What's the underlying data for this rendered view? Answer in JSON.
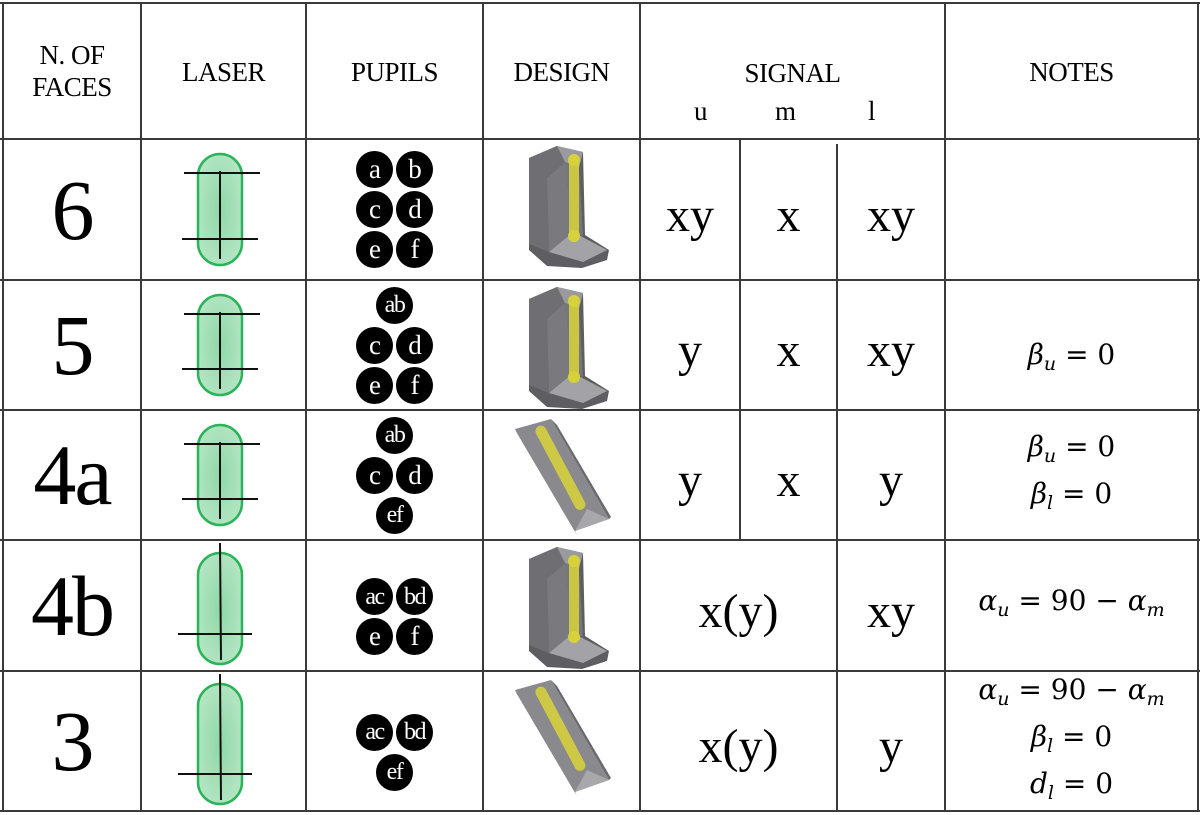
{
  "header": {
    "faces": "N. OF FACES",
    "laser": "LASER",
    "pupils": "PUPILS",
    "design": "DESIGN",
    "signal": "SIGNAL",
    "signal_sub": [
      "u",
      "m",
      "l"
    ],
    "notes": "NOTES"
  },
  "colors": {
    "laser_green": "#2bb35a",
    "laser_fill": "#b6e6c5",
    "design_gray": "#7a7a7e",
    "design_yellow": "#d8d23a",
    "grid_line": "#3a3a3a"
  },
  "rows": [
    {
      "faces": "6",
      "laser": {
        "marks": "upper-and-lower-crosslines"
      },
      "pupils": [
        [
          "a",
          "b"
        ],
        [
          "c",
          "d"
        ],
        [
          "e",
          "f"
        ]
      ],
      "design": "l-bracket-6-faces",
      "signal": {
        "u": "xy",
        "m": "x",
        "l": "xy"
      },
      "notes": []
    },
    {
      "faces": "5",
      "laser": {
        "marks": "upper-and-lower-crosslines"
      },
      "pupils": [
        [
          "ab"
        ],
        [
          "c",
          "d"
        ],
        [
          "e",
          "f"
        ]
      ],
      "design": "l-bracket-5-faces",
      "signal": {
        "u": "y",
        "m": "x",
        "l": "xy"
      },
      "notes": [
        "β_u = 0"
      ]
    },
    {
      "faces": "4a",
      "laser": {
        "marks": "upper-and-lower-crosslines"
      },
      "pupils": [
        [
          "ab"
        ],
        [
          "c",
          "d"
        ],
        [
          "ef"
        ]
      ],
      "design": "tilted-plate-4-faces",
      "signal": {
        "u": "y",
        "m": "x",
        "l": "y"
      },
      "notes": [
        "β_u = 0",
        "β_l = 0"
      ]
    },
    {
      "faces": "4b",
      "laser": {
        "marks": "lower-crossline"
      },
      "pupils": [
        [
          "ac",
          "bd"
        ],
        [
          "e",
          "f"
        ]
      ],
      "design": "l-bracket-4-faces",
      "signal": {
        "um": "x(y)",
        "l": "xy"
      },
      "notes": [
        "α_u = 90 − α_m"
      ]
    },
    {
      "faces": "3",
      "laser": {
        "marks": "lower-crossline"
      },
      "pupils": [
        [
          "ac",
          "bd"
        ],
        [
          "ef"
        ]
      ],
      "design": "tilted-plate-3-faces",
      "signal": {
        "um": "x(y)",
        "l": "y"
      },
      "notes": [
        "α_u = 90 − α_m",
        "β_l = 0",
        "d_l = 0"
      ]
    }
  ]
}
